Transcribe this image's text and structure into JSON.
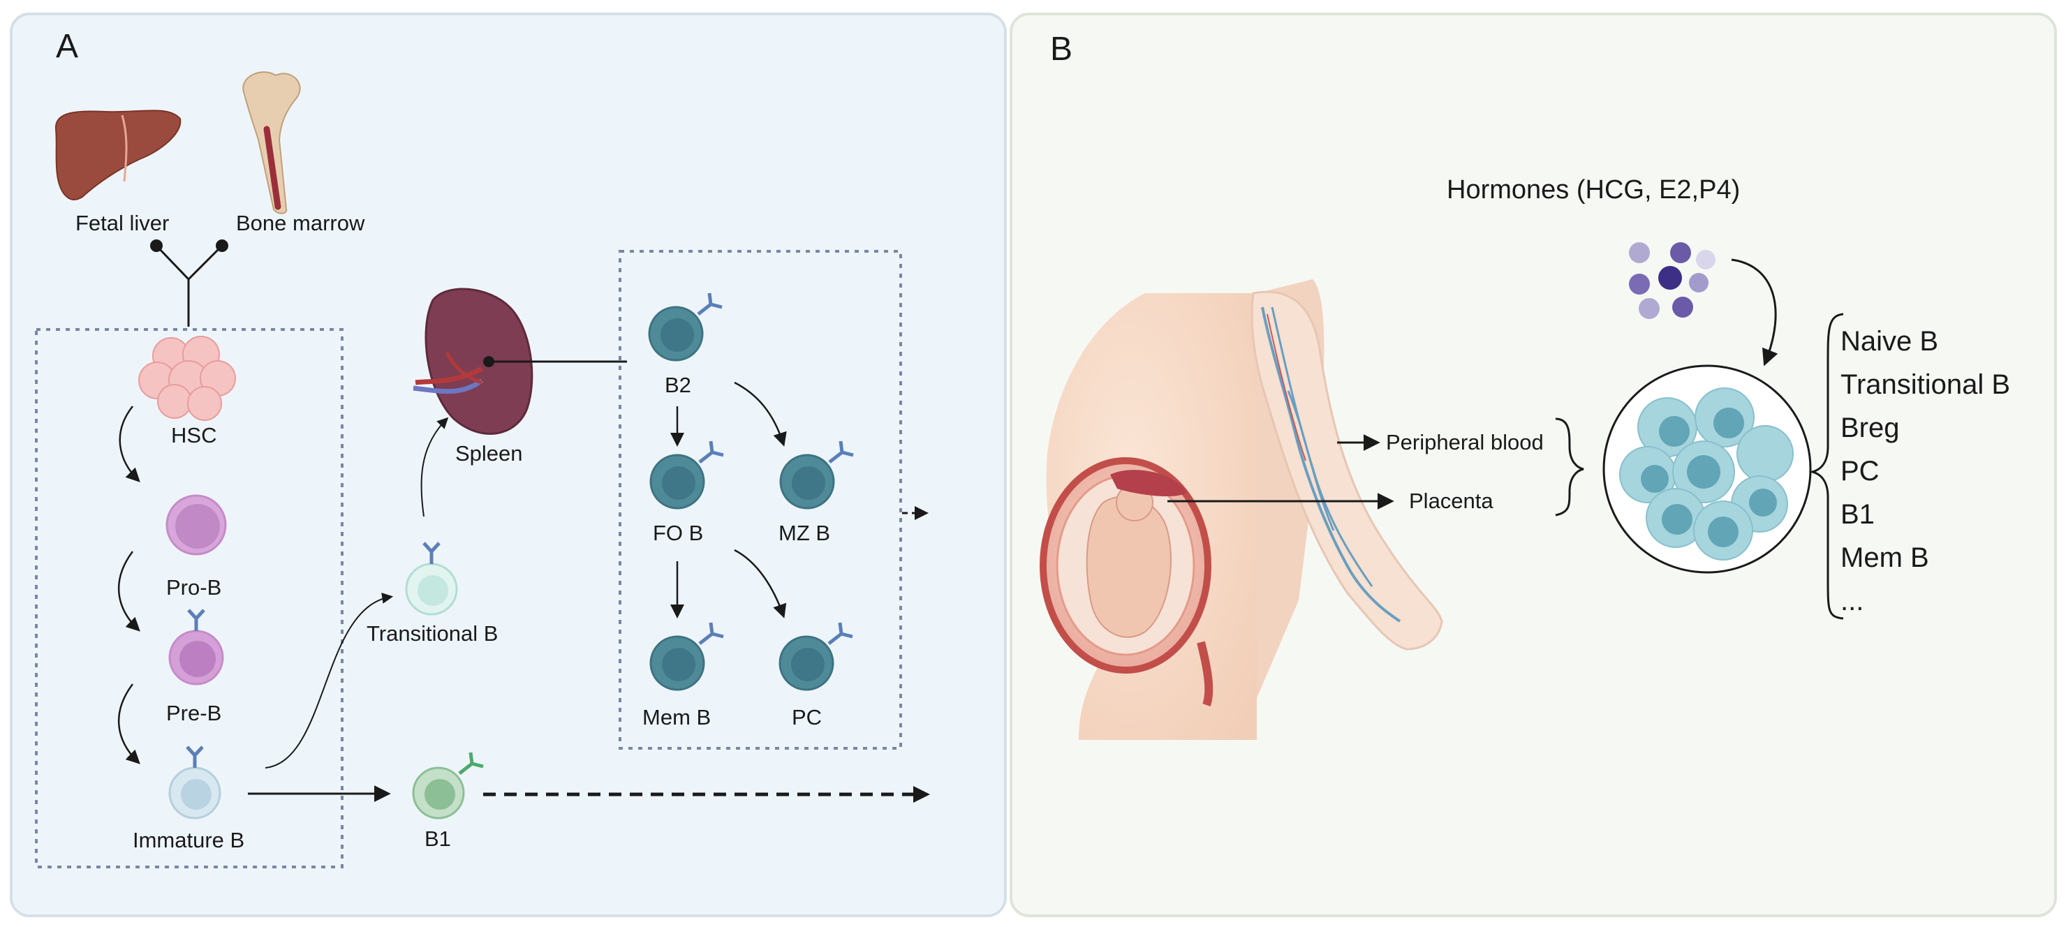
{
  "panel_a": {
    "letter": "A",
    "organs": {
      "fetal_liver": "Fetal liver",
      "bone_marrow": "Bone marrow",
      "spleen": "Spleen"
    },
    "cells": {
      "hsc": "HSC",
      "pro_b": "Pro-B",
      "pre_b": "Pre-B",
      "immature_b": "Immature B",
      "transitional_b": "Transitional B",
      "b1": "B1",
      "b2": "B2",
      "fo_b": "FO B",
      "mz_b": "MZ B",
      "mem_b": "Mem B",
      "pc": "PC"
    }
  },
  "panel_b": {
    "letter": "B",
    "hormones": "Hormones (HCG, E2,P4)",
    "sites": {
      "peripheral_blood": "Peripheral blood",
      "placenta": "Placenta"
    },
    "b_cell_subsets": [
      "Naive B",
      "Transitional B",
      "Breg",
      "PC",
      "B1",
      "Mem B",
      "..."
    ]
  },
  "colors": {
    "panel_a_bg": "#eef5fa",
    "panel_b_bg": "#f6f8f3",
    "dotted_box": "#7a86a6",
    "progenitor": "#c58bc9",
    "b2_cell": "#4f8a99",
    "b1_cell": "#8cbf96",
    "transitional": "#c8ebe4",
    "antibody_blue": "#5b7fb8",
    "antibody_green": "#4caa6c"
  }
}
